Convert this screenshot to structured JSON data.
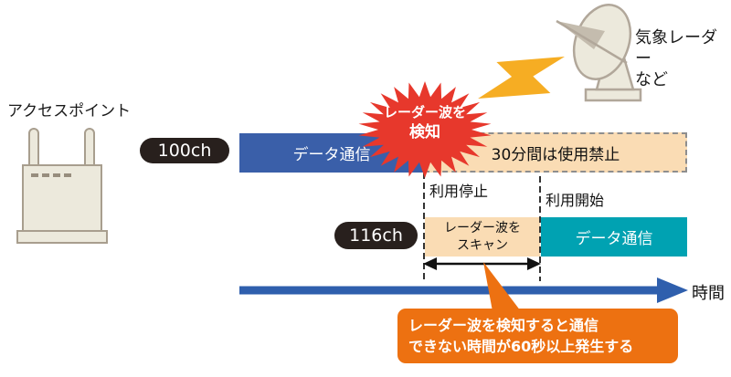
{
  "access_point": {
    "label": "アクセスポイント"
  },
  "radar": {
    "label_line1": "気象レーダー",
    "label_line2": "など"
  },
  "burst": {
    "line1": "レーダー波を",
    "line2": "検知"
  },
  "channel_100": {
    "channel": "100ch",
    "data_label": "データ通信",
    "ban_label": "30分間は使用禁止"
  },
  "channel_116": {
    "channel": "116ch",
    "scan_line1": "レーダー波を",
    "scan_line2": "スキャン",
    "data_label": "データ通信"
  },
  "timeline": {
    "stop_label": "利用停止",
    "start_label": "利用開始",
    "axis_label": "時間"
  },
  "callout": {
    "line1": "レーダー波を検知すると通信",
    "line2": "できない時間が60秒以上発生する"
  },
  "colors": {
    "bar_blue": "#3a5fa9",
    "bar_teal": "#00a2b2",
    "box_tan": "#fadcb4",
    "callout_orange": "#ed7111",
    "burst_red": "#e7382c",
    "bolt_yellow": "#f6ad23",
    "pill_black": "#28201d",
    "timeline_blue": "#2f5fad"
  }
}
